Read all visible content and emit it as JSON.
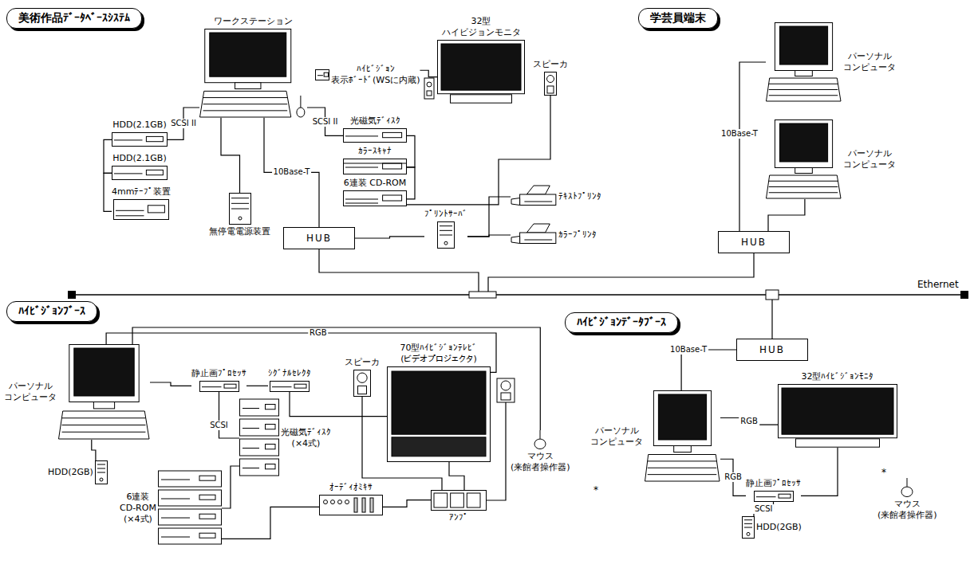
{
  "diagram": {
    "nodes": [
      {
        "text": [
          "美術作品ﾃﾞｰﾀﾍﾞｰｽｼｽﾃﾑ"
        ]
      },
      {
        "text": [
          "ワークステーション"
        ]
      },
      {
        "text": [
          "ﾊｲﾋﾞｼﾞｮﾝ 表示ﾎﾞｰﾄﾞ(WSに内蔵)"
        ]
      },
      {
        "text": [
          "32型 ハイビジョンモニタ"
        ]
      },
      {
        "text": [
          "スピーカ"
        ]
      },
      {
        "text": [
          "HDD(2.1GB)"
        ]
      },
      {
        "text": [
          "HDD(2.1GB)"
        ]
      },
      {
        "text": [
          "4mmﾃｰﾌﾟ装置"
        ]
      },
      {
        "text": [
          "無停電電源装置"
        ]
      },
      {
        "text": [
          "光磁気ﾃﾞｨｽｸ"
        ]
      },
      {
        "text": [
          "ｶﾗｰｽｷｬﾅ"
        ]
      },
      {
        "text": [
          "6連装 CD-ROM"
        ]
      },
      {
        "text": [
          "ﾌﾟﾘﾝﾄｻｰﾊﾞ"
        ]
      },
      {
        "text": [
          "ﾃｷｽﾄﾌﾟﾘﾝﾀ"
        ]
      },
      {
        "text": [
          "ｶﾗｰﾌﾟﾘﾝﾀ"
        ]
      },
      {
        "text": [
          "HUB"
        ]
      },
      {
        "text": [
          "学芸員端末"
        ]
      },
      {
        "text": [
          "パーソナル コンピュータ"
        ]
      },
      {
        "text": [
          "パーソナル コンピュータ"
        ]
      },
      {
        "text": [
          "HUB"
        ]
      },
      {
        "text": [
          "ﾊｲﾋﾞｼﾞｮﾝﾌﾞｰｽ"
        ]
      },
      {
        "text": [
          "パーソナル コンピュータ"
        ]
      },
      {
        "text": [
          "静止画ﾌﾟﾛｾｯｻ"
        ]
      },
      {
        "text": [
          "ｼｸﾞﾅﾙｾﾚｸﾀ"
        ]
      },
      {
        "text": [
          "70型ﾊｲﾋﾞｼﾞｮﾝﾃﾚﾋﾞ (ビデオプロジェクタ)"
        ]
      },
      {
        "text": [
          "スピーカ"
        ]
      },
      {
        "text": [
          "HDD(2GB)"
        ]
      },
      {
        "text": [
          "6連装 CD-ROM (×4式)"
        ]
      },
      {
        "text": [
          "光磁気ﾃﾞｨｽｸ (×4式)"
        ]
      },
      {
        "text": [
          "ｵｰﾃﾞｨｵﾐｷｻ"
        ]
      },
      {
        "text": [
          "ｱﾝﾌﾟ"
        ]
      },
      {
        "text": [
          "マウス (来館者操作器)"
        ]
      },
      {
        "text": [
          "ﾊｲﾋﾞｼﾞｮﾝﾃﾞｰﾀﾌﾞｰｽ"
        ]
      },
      {
        "text": [
          "HUB"
        ]
      },
      {
        "text": [
          "パーソナル コンピュータ"
        ]
      },
      {
        "text": [
          "32型ﾊｲﾋﾞｼﾞｮﾝﾓﾆﾀ"
        ]
      },
      {
        "text": [
          "静止画ﾌﾟﾛｾｯｻ"
        ]
      },
      {
        "text": [
          "HDD(2GB)"
        ]
      },
      {
        "text": [
          "マウス (来館者操作器)"
        ]
      }
    ],
    "edges": [
      {
        "from": 1,
        "to": 5,
        "arrow": "none",
        "label": "SCSI II"
      },
      {
        "from": 5,
        "to": 6,
        "arrow": "none"
      },
      {
        "from": 6,
        "to": 7,
        "arrow": "none"
      },
      {
        "from": 1,
        "to": 9,
        "arrow": "none",
        "label": "SCSI II"
      },
      {
        "from": 2,
        "to": 3,
        "arrow": "none"
      },
      {
        "from": 1,
        "to": 8,
        "arrow": "none"
      },
      {
        "from": 1,
        "to": 15,
        "arrow": "none",
        "label": "10Base-T"
      },
      {
        "from": 9,
        "to": 10,
        "arrow": "none"
      },
      {
        "from": 10,
        "to": 11,
        "arrow": "none"
      },
      {
        "from": 15,
        "to": 12,
        "arrow": "none"
      },
      {
        "from": 12,
        "to": 13,
        "arrow": "none"
      },
      {
        "from": 12,
        "to": 14,
        "arrow": "none"
      },
      {
        "from": 11,
        "to": 4,
        "arrow": "none"
      },
      {
        "from": 19,
        "to": 17,
        "arrow": "none",
        "label": "10Base-T"
      },
      {
        "from": 19,
        "to": 18,
        "arrow": "none"
      },
      {
        "from": 21,
        "to": 24,
        "arrow": "none",
        "label": "RGB"
      },
      {
        "from": 21,
        "to": 31,
        "arrow": "none"
      },
      {
        "from": 21,
        "to": 22,
        "arrow": "none"
      },
      {
        "from": 22,
        "to": 23,
        "arrow": "none"
      },
      {
        "from": 23,
        "to": 24,
        "arrow": "none"
      },
      {
        "from": 22,
        "to": 28,
        "arrow": "none",
        "label": "SCSI"
      },
      {
        "from": 28,
        "to": 27,
        "arrow": "none"
      },
      {
        "from": 21,
        "to": 26,
        "arrow": "none"
      },
      {
        "from": 27,
        "to": 29,
        "arrow": "none"
      },
      {
        "from": 29,
        "to": 30,
        "arrow": "none"
      },
      {
        "from": 30,
        "to": 24,
        "arrow": "none"
      },
      {
        "from": 30,
        "to": 25,
        "arrow": "none"
      },
      {
        "from": 33,
        "to": 34,
        "arrow": "none",
        "label": "10Base-T"
      },
      {
        "from": 34,
        "to": 35,
        "arrow": "none",
        "label": "RGB"
      },
      {
        "from": 34,
        "to": 36,
        "arrow": "none",
        "label": "RGB"
      },
      {
        "from": 36,
        "to": 35,
        "arrow": "none"
      },
      {
        "from": 36,
        "to": 37,
        "arrow": "none",
        "label": "SCSI"
      }
    ],
    "labels": [
      "Ethernet",
      "*",
      "*"
    ]
  }
}
